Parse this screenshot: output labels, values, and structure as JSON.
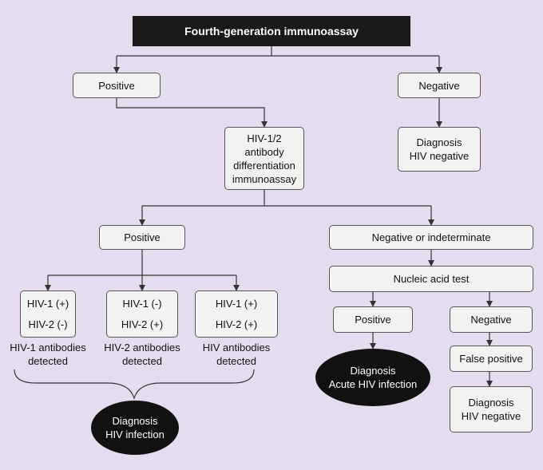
{
  "root": {
    "title": "Fourth-generation immunoassay"
  },
  "level1": {
    "positive": "Positive",
    "negative": "Negative"
  },
  "neg_diagnosis": {
    "line1": "Diagnosis",
    "line2": "HIV negative"
  },
  "differentiation": {
    "line1": "HIV-1/2",
    "line2": "antibody",
    "line3": "differentiation",
    "line4": "immunoassay"
  },
  "level3": {
    "positive": "Positive",
    "negative_indeterminate": "Negative or indeterminate"
  },
  "results": [
    {
      "hiv1": "HIV-1 (+)",
      "hiv2": "HIV-2 (-)",
      "caption1": "HIV-1 antibodies",
      "caption2": "detected"
    },
    {
      "hiv1": "HIV-1 (-)",
      "hiv2": "HIV-2 (+)",
      "caption1": "HIV-2 antibodies",
      "caption2": "detected"
    },
    {
      "hiv1": "HIV-1 (+)",
      "hiv2": "HIV-2 (+)",
      "caption1": "HIV antibodies",
      "caption2": "detected"
    }
  ],
  "infection_diagnosis": {
    "line1": "Diagnosis",
    "line2": "HIV infection"
  },
  "nat": {
    "label": "Nucleic acid test",
    "positive": "Positive",
    "negative": "Negative"
  },
  "acute": {
    "line1": "Diagnosis",
    "line2": "Acute HIV infection"
  },
  "false_positive": {
    "label": "False positive"
  },
  "final_negative": {
    "line1": "Diagnosis",
    "line2": "HIV negative"
  }
}
